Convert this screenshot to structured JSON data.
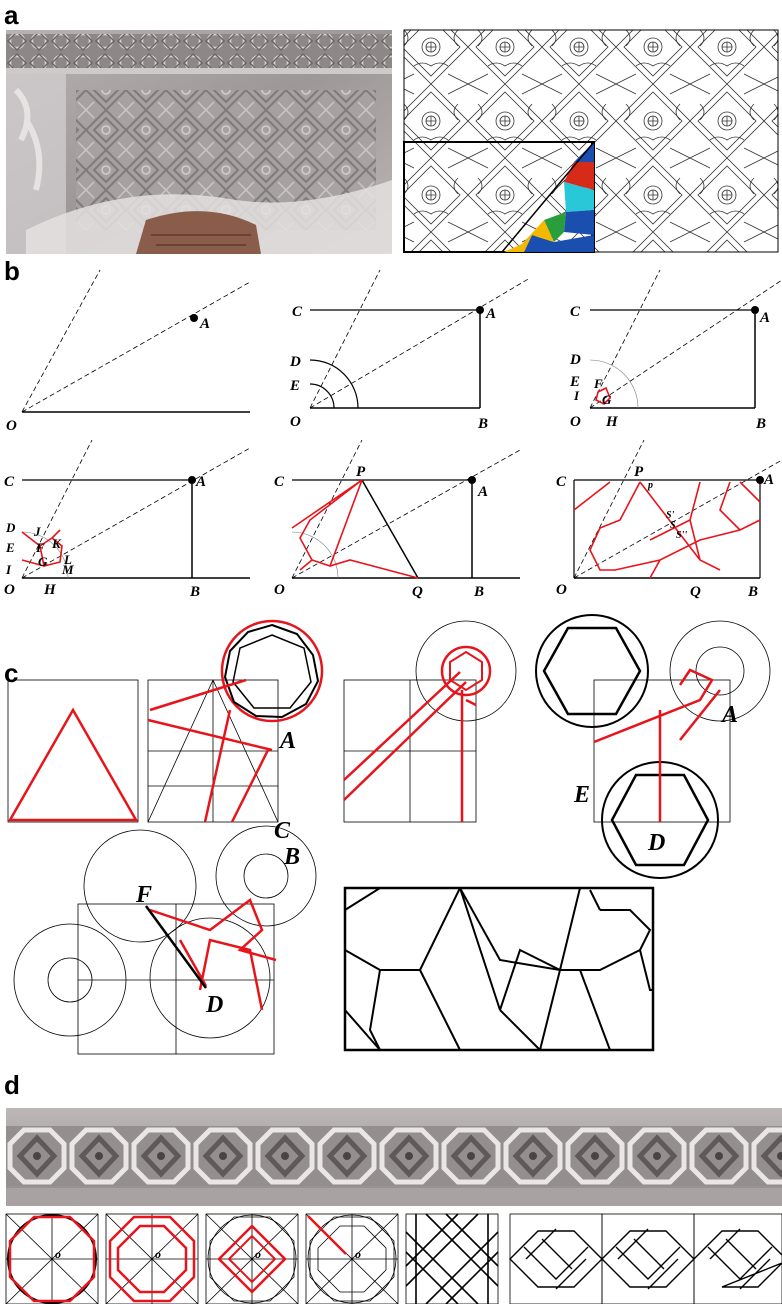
{
  "panels": {
    "a": {
      "label": "a"
    },
    "b": {
      "label": "b",
      "diagrams": [
        {
          "labels": [
            "A",
            "O"
          ]
        },
        {
          "labels": [
            "C",
            "A",
            "D",
            "E",
            "O",
            "B"
          ]
        },
        {
          "labels": [
            "C",
            "A",
            "D",
            "E",
            "F",
            "I",
            "G",
            "O",
            "H",
            "B"
          ]
        },
        {
          "labels": [
            "C",
            "A",
            "D",
            "J",
            "E",
            "F",
            "K",
            "G",
            "L",
            "I",
            "M",
            "O",
            "H",
            "B"
          ]
        },
        {
          "labels": [
            "C",
            "P",
            "A",
            "O",
            "Q",
            "B"
          ]
        },
        {
          "labels": [
            "C",
            "P",
            "p",
            "A",
            "S'",
            "S",
            "S''",
            "O",
            "Q",
            "B"
          ]
        }
      ]
    },
    "c": {
      "label": "c",
      "labels": {
        "A1": "A",
        "C": "C",
        "B": "B",
        "E": "E",
        "A2": "A",
        "D1": "D",
        "F": "F",
        "D2": "D"
      }
    },
    "d": {
      "label": "d",
      "center_labels": [
        "o",
        "o",
        "o",
        "o"
      ]
    }
  },
  "colors": {
    "construction_red": "#e8141b",
    "line_black": "#000000",
    "stone": "#a39c9a",
    "fill_yellow": "#f5b800",
    "fill_green": "#2a9d3c",
    "fill_blue": "#1a4fb0",
    "fill_cyan": "#29c8d8",
    "fill_red": "#d72b1a"
  }
}
